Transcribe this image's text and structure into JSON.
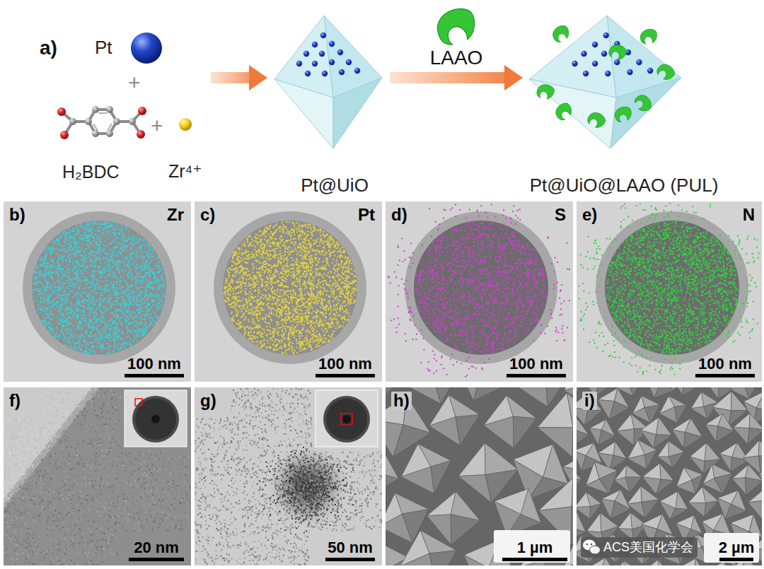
{
  "diagram": {
    "nodes": [
      {
        "text": [
          "Pt@UiO"
        ]
      },
      {
        "text": [
          "Pt@UiO@LAAO (PUL)"
        ]
      },
      {
        "text": [
          "b)",
          "Zr",
          "100 nm"
        ]
      },
      {
        "text": [
          "c)",
          "Pt",
          "100 nm"
        ]
      },
      {
        "text": [
          "d)",
          "S",
          "100 nm"
        ]
      },
      {
        "text": [
          "e)",
          "N",
          "100 nm"
        ]
      },
      {
        "text": [
          "f)",
          "20 nm"
        ]
      },
      {
        "text": [
          "g)",
          "50 nm"
        ]
      },
      {
        "text": [
          "h)",
          "1 µm"
        ]
      },
      {
        "text": [
          "i)",
          "2 µm"
        ]
      }
    ],
    "edges": [
      {
        "from": 0,
        "to": 1,
        "arrow": "to",
        "label": "LAAO"
      }
    ],
    "labels": [
      "a)",
      "Pt",
      "+",
      "H₂BDC",
      "+",
      "Zr⁴⁺",
      "ACS美国化学会"
    ]
  }
}
